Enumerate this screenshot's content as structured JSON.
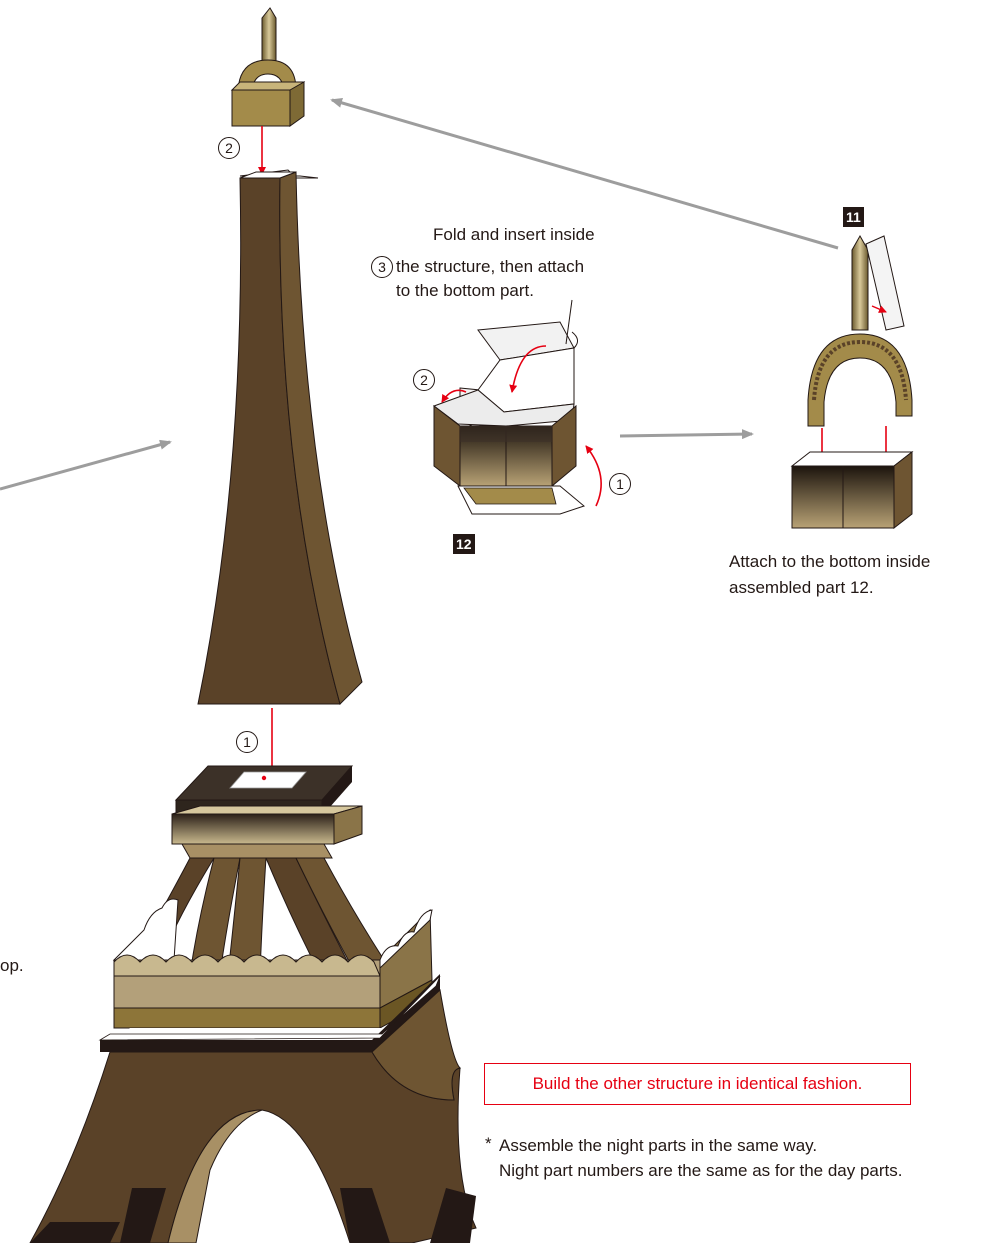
{
  "steps": {
    "step1": "1",
    "step2": "2",
    "step3": "3",
    "step1_small": "1",
    "step2_small": "2"
  },
  "parts": {
    "part11": "11",
    "part12": "12"
  },
  "instructions": {
    "fold_insert_line1": "Fold and insert inside",
    "fold_insert_line2": "the structure, then attach",
    "fold_insert_line3": "to the bottom part.",
    "attach_line1": "Attach to the bottom inside",
    "attach_line2": "assembled part 12.",
    "cropped_fragment": "op."
  },
  "notes": {
    "build_other": "Build the other structure in identical fashion.",
    "night_asterisk": "*",
    "night_line1": "Assemble the night parts in the same way.",
    "night_line2": "Night part numbers are the same as for the day parts."
  },
  "colors": {
    "tower_dark": "#5a4228",
    "tower_mid": "#6e5532",
    "tower_light": "#a89065",
    "gold": "#a38b4a",
    "arrow_gray": "#9d9d9d",
    "arrow_red": "#e60012",
    "text": "#231815"
  }
}
